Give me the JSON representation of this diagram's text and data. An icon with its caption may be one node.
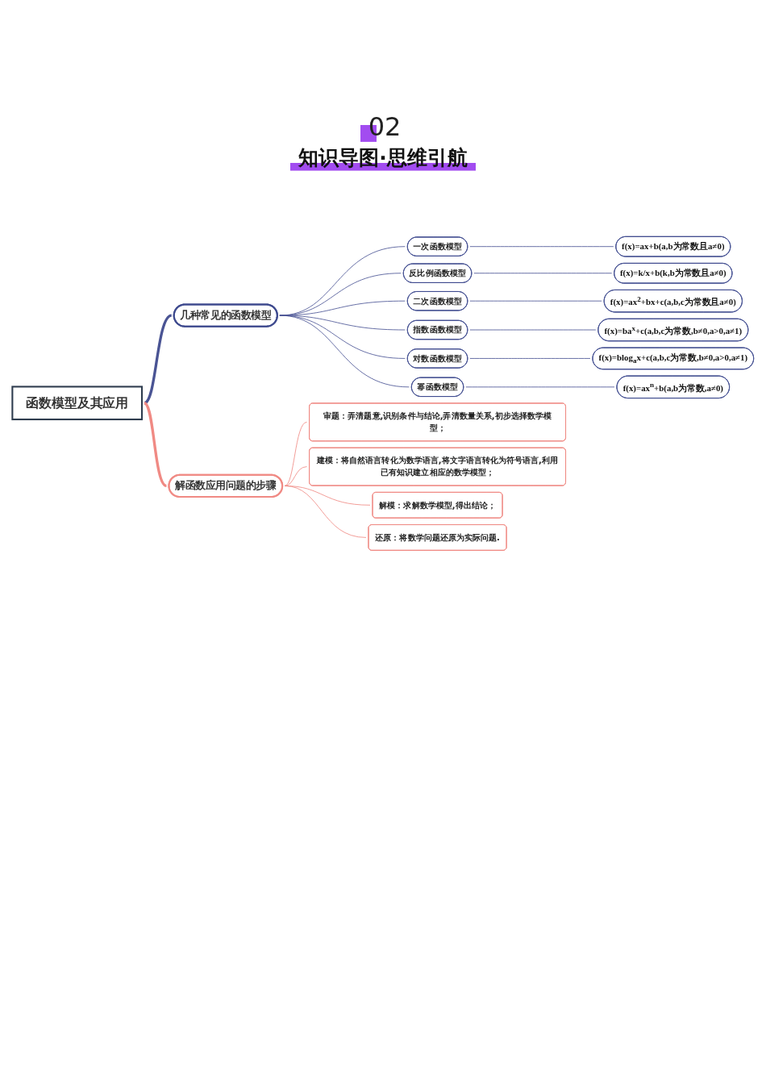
{
  "diagram": {
    "title": "知识导图·思维引航",
    "labels": [
      "02"
    ],
    "nodes": [
      {
        "text": [
          "函数模型及其应用"
        ]
      },
      {
        "text": [
          "几种常见的函数模型"
        ]
      },
      {
        "text": [
          "一次函数模型"
        ]
      },
      {
        "text": [
          "f(x)=ax+b(a,b为常数且a≠0)"
        ]
      },
      {
        "text": [
          "反比例函数模型"
        ]
      },
      {
        "text": [
          "f(x)=k/x+b(k,b为常数且a≠0)"
        ]
      },
      {
        "text": [
          "二次函数模型"
        ]
      },
      {
        "text": [
          "f(x)=ax$^{2}$+bx+c(a,b,c为常数且a≠0)"
        ]
      },
      {
        "text": [
          "指数函数模型"
        ]
      },
      {
        "text": [
          "f(x)=ba$^{x}$+c(a,b,c为常数,b≠0,a>0,a≠1)"
        ]
      },
      {
        "text": [
          "对数函数模型"
        ]
      },
      {
        "text": [
          "f(x)=blog$_{a}$x+c(a,b,c为常数,b≠0,a>0,a≠1)"
        ]
      },
      {
        "text": [
          "幂函数模型"
        ]
      },
      {
        "text": [
          "f(x)=ax$^{n}$+b(a,b为常数,a≠0)"
        ]
      },
      {
        "text": [
          "解函数应用问题的步骤"
        ]
      },
      {
        "text": [
          "审题：弄清题意,识别条件与结论,弄清数量关系,初步选择数学模型；"
        ]
      },
      {
        "text": [
          "建模：将自然语言转化为数学语言,将文字语言转化为符号语言,利用已有知识建立相应的数学模型；"
        ]
      },
      {
        "text": [
          "解模：求解数学模型,得出结论；"
        ]
      },
      {
        "text": [
          "还原：将数学问题还原为实际问题."
        ]
      }
    ],
    "edges": [
      {
        "from": 0,
        "to": 1,
        "arrow": "none",
        "style": "thick"
      },
      {
        "from": 1,
        "to": 2,
        "arrow": "none"
      },
      {
        "from": 2,
        "to": 3,
        "arrow": "none"
      },
      {
        "from": 1,
        "to": 4,
        "arrow": "none"
      },
      {
        "from": 4,
        "to": 5,
        "arrow": "none"
      },
      {
        "from": 1,
        "to": 6,
        "arrow": "none"
      },
      {
        "from": 6,
        "to": 7,
        "arrow": "none"
      },
      {
        "from": 1,
        "to": 8,
        "arrow": "none"
      },
      {
        "from": 8,
        "to": 9,
        "arrow": "none"
      },
      {
        "from": 1,
        "to": 10,
        "arrow": "none"
      },
      {
        "from": 10,
        "to": 11,
        "arrow": "none"
      },
      {
        "from": 1,
        "to": 12,
        "arrow": "none"
      },
      {
        "from": 12,
        "to": 13,
        "arrow": "none"
      },
      {
        "from": 0,
        "to": 14,
        "arrow": "none",
        "style": "thick",
        "color": "#f08a84"
      },
      {
        "from": 14,
        "to": 15,
        "arrow": "none",
        "color": "#f08a84"
      },
      {
        "from": 14,
        "to": 16,
        "arrow": "none",
        "color": "#f08a84"
      },
      {
        "from": 14,
        "to": 17,
        "arrow": "none",
        "color": "#f08a84"
      },
      {
        "from": 14,
        "to": 18,
        "arrow": "none",
        "color": "#f08a84"
      }
    ]
  }
}
